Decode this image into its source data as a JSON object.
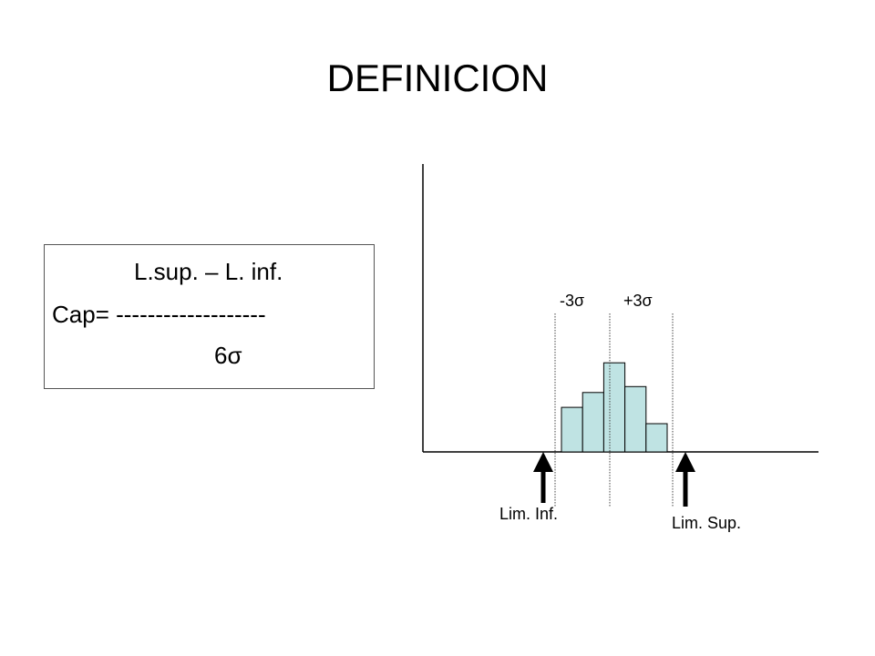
{
  "slide": {
    "title": "DEFINICION"
  },
  "formula": {
    "numerator": "L.sup. – L. inf.",
    "prefix": "Cap= ",
    "fraction_bar": "-------------------",
    "denominator": "6σ"
  },
  "diagram": {
    "minus_sigma_label": "-3σ",
    "plus_sigma_label": "+3σ",
    "lower_limit_label": "Lim. Inf.",
    "upper_limit_label": "Lim. Sup.",
    "histogram": [
      {
        "value": 3
      },
      {
        "value": 4
      },
      {
        "value": 6
      },
      {
        "value": 4.4
      },
      {
        "value": 1.9
      }
    ],
    "colors": {
      "bar_fill": "#bfe3e3",
      "bar_stroke": "#000000",
      "axis": "#000000"
    }
  }
}
